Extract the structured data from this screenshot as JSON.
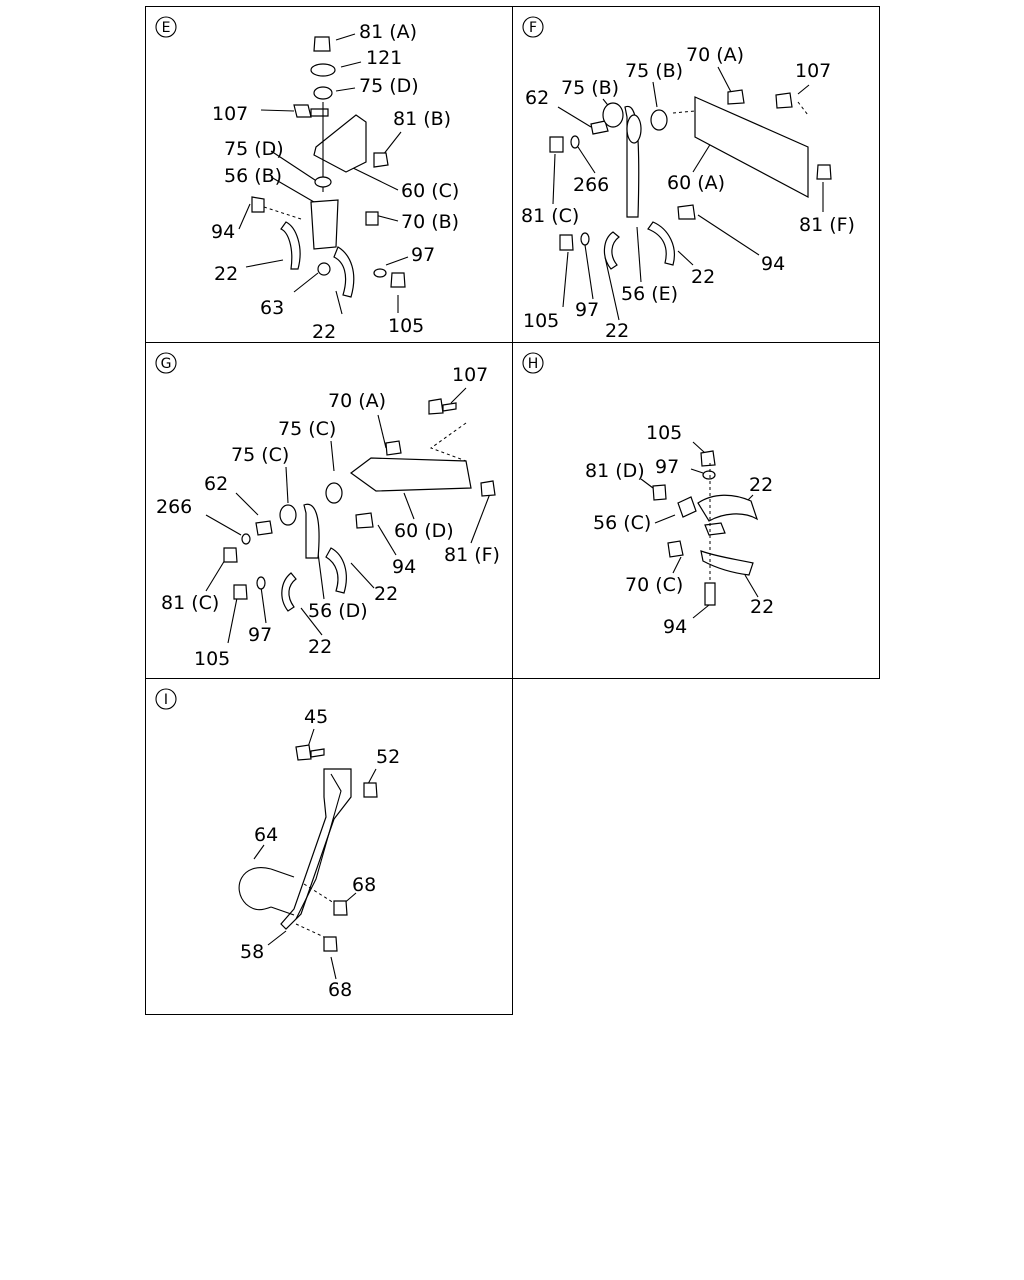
{
  "panels": {
    "E": {
      "badge": "E",
      "labels": [
        "81 (A)",
        "121",
        "75 (D)",
        "107",
        "81 (B)",
        "75 (D)",
        "56 (B)",
        "60 (C)",
        "94",
        "70 (B)",
        "97",
        "22",
        "63",
        "105",
        "22"
      ]
    },
    "F": {
      "badge": "F",
      "labels": [
        "62",
        "75 (B)",
        "75 (B)",
        "70 (A)",
        "107",
        "81 (C)",
        "266",
        "60 (A)",
        "81 (F)",
        "94",
        "105",
        "97",
        "56 (E)",
        "22",
        "22"
      ]
    },
    "G": {
      "badge": "G",
      "labels": [
        "107",
        "70 (A)",
        "75 (C)",
        "75 (C)",
        "62",
        "266",
        "60 (D)",
        "94",
        "81 (F)",
        "81 (C)",
        "22",
        "97",
        "56 (D)",
        "105",
        "22"
      ]
    },
    "H": {
      "badge": "H",
      "labels": [
        "105",
        "97",
        "81 (D)",
        "22",
        "56 (C)",
        "70 (C)",
        "22",
        "94"
      ]
    },
    "I": {
      "badge": "I",
      "labels": [
        "45",
        "52",
        "64",
        "68",
        "58",
        "68"
      ]
    }
  }
}
